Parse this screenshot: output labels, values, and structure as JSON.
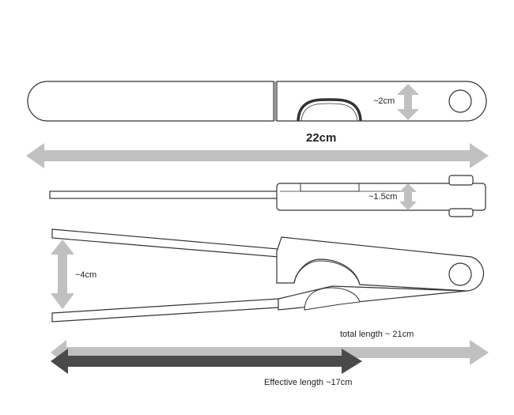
{
  "labels": {
    "top_width": "~2cm",
    "overall_length": "22cm",
    "side_thickness": "~1.5cm",
    "opening": "~4cm",
    "total_length": "total length ~ 21cm",
    "effective_length": "Effective length ~17cm"
  },
  "colors": {
    "outline": "#333333",
    "arrow_light": "#c0c0c0",
    "arrow_dark": "#4a4a4a",
    "fill": "#ffffff"
  }
}
